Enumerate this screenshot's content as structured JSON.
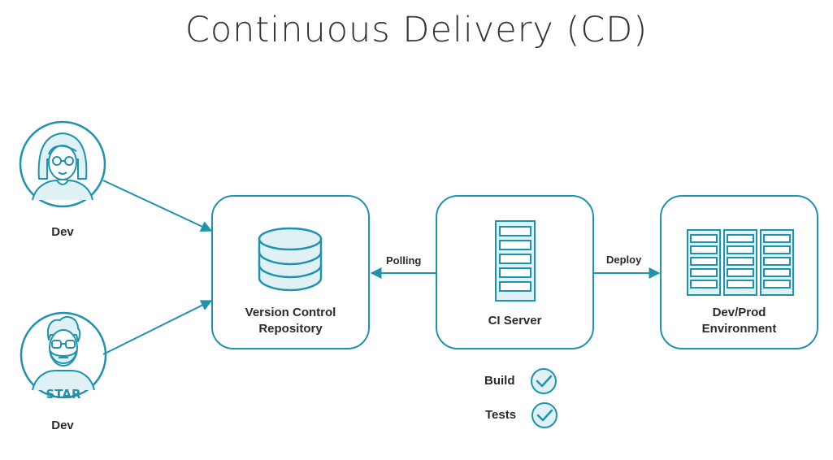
{
  "title": "Continuous Delivery (CD)",
  "colors": {
    "accent": "#1f93ad",
    "fill": "#dff1f4",
    "text": "#2b2b2b"
  },
  "devs": [
    {
      "label": "Dev",
      "icon": "female-developer-icon"
    },
    {
      "label": "Dev",
      "icon": "male-developer-icon",
      "badge": "STAR"
    }
  ],
  "nodes": {
    "repo": {
      "label_line1": "Version Control",
      "label_line2": "Repository",
      "icon": "database-icon"
    },
    "ci": {
      "label": "CI Server",
      "icon": "server-rack-icon"
    },
    "env": {
      "label_line1": "Dev/Prod",
      "label_line2": "Environment",
      "icon": "server-racks-icon"
    }
  },
  "edges": {
    "polling": "Polling",
    "deploy": "Deploy"
  },
  "checks": [
    {
      "label": "Build",
      "icon": "check-circle-icon"
    },
    {
      "label": "Tests",
      "icon": "check-circle-icon"
    }
  ]
}
